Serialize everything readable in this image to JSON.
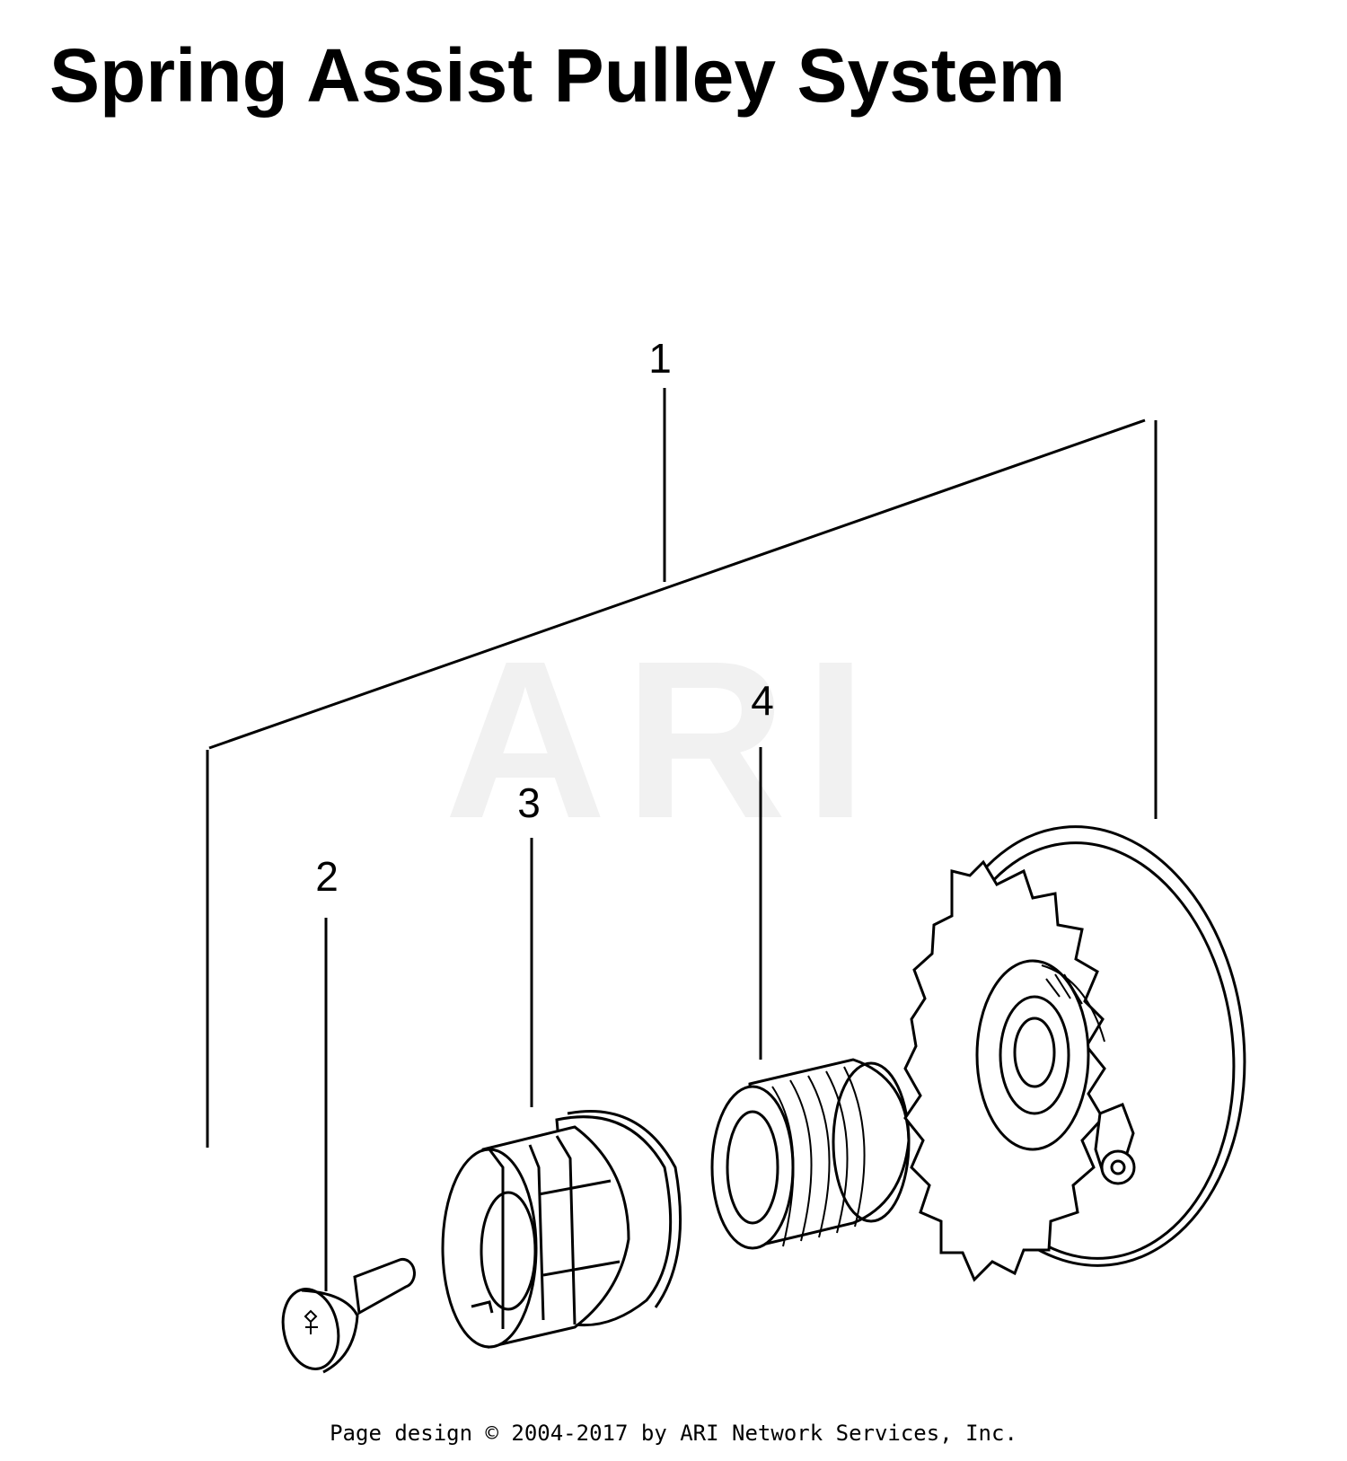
{
  "title": "Spring Assist Pulley System",
  "watermark": "ARI",
  "callouts": {
    "c1": "1",
    "c2": "2",
    "c3": "3",
    "c4": "4"
  },
  "footer": "Page design © 2004-2017 by ARI Network Services, Inc.",
  "colors": {
    "line": "#000000",
    "watermark": "#f1f1f1",
    "background": "#ffffff"
  }
}
